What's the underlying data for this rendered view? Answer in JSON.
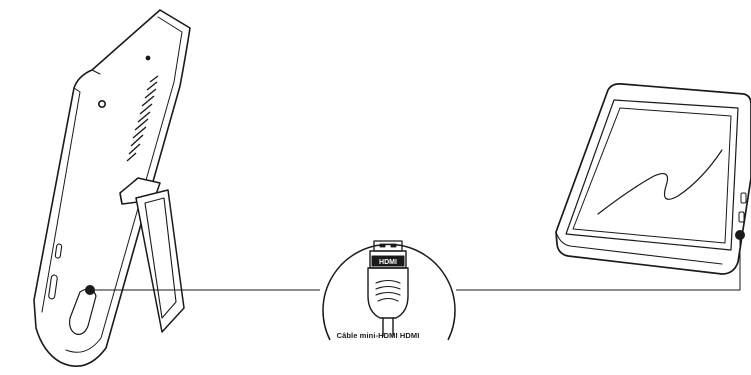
{
  "diagram": {
    "caption_prefix": "Câble mini-",
    "caption_main": "HDMI HDMI",
    "connector_label": "HDMI",
    "line_color": "#1a1a1a",
    "icons": {
      "left_device": "digital-frame-side-view",
      "right_device": "tablet-display",
      "connector": "hdmi-connector"
    }
  }
}
